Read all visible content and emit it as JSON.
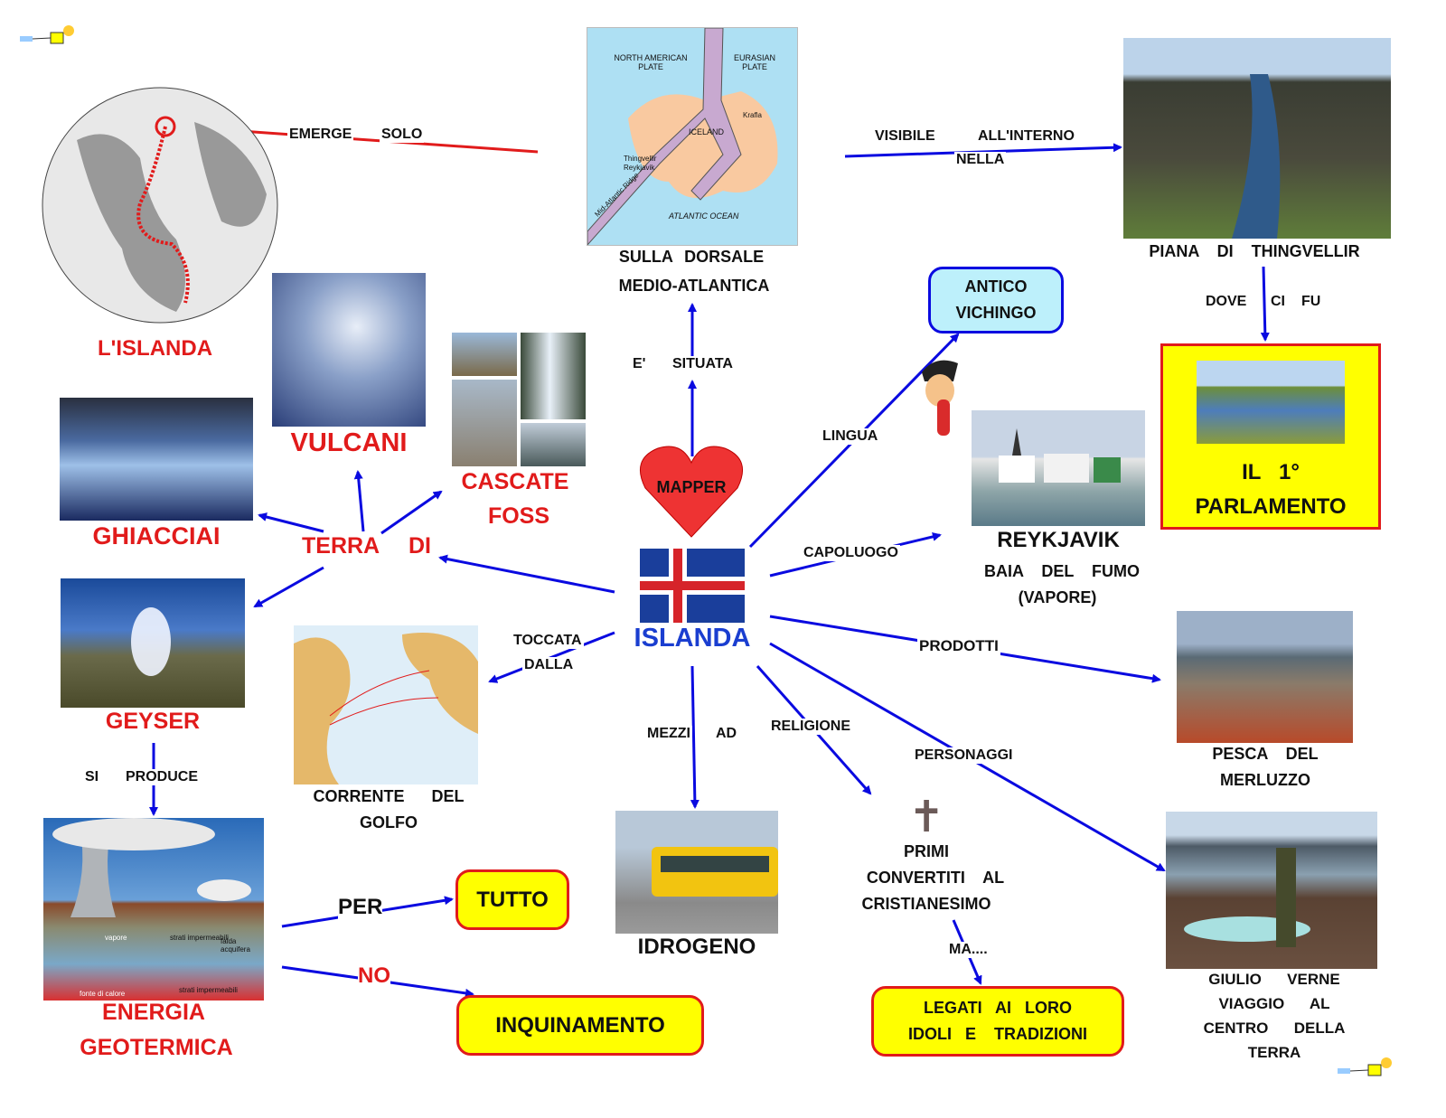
{
  "colors": {
    "link": "#0a0ae0",
    "red": "#e11b1b",
    "yellow": "#ffff00"
  },
  "center": {
    "title": "ISLANDA",
    "heart": "MAPPER"
  },
  "globe": {
    "title": "L'ISLANDA",
    "link": [
      "EMERGE",
      "SOLO"
    ]
  },
  "map_image": {
    "north": "NORTH AMERICAN PLATE",
    "eurasian": "EURASIAN PLATE",
    "iceland": "ICELAND",
    "krafla": "Krafla",
    "thingvellir": "Thingvellir",
    "reykjavik": "Reykjavik",
    "ridge": "Mid-Atlantic Ridge",
    "ocean": "ATLANTIC OCEAN"
  },
  "dorsale": {
    "line1": "SULLA      DORSALE",
    "line2": "MEDIO-ATLANTICA",
    "link": [
      "E'",
      "SITUATA"
    ]
  },
  "thingvellir": {
    "title": "PIANA    DI    THINGVELLIR",
    "link_visible": [
      "VISIBILE",
      "NELLA",
      "ALL'INTERNO"
    ],
    "link_dove": [
      "DOVE",
      "CI",
      "FU"
    ]
  },
  "parlamento": {
    "line1": "IL   1°",
    "line2": "PARLAMENTO"
  },
  "vichingo": {
    "line1": "ANTICO",
    "line2": "VICHINGO",
    "link": "LINGUA"
  },
  "reykjavik": {
    "title": "REYKJAVIK",
    "line1": "BAIA    DEL    FUMO",
    "line2": "(VAPORE)",
    "link": "CAPOLUOGO"
  },
  "pesca": {
    "line1": "PESCA    DEL",
    "line2": "MERLUZZO",
    "link": "PRODOTTI"
  },
  "verne": {
    "lines": [
      "GIULIO      VERNE",
      "VIAGGIO      AL",
      "CENTRO      DELLA",
      "TERRA"
    ],
    "link": "PERSONAGGI"
  },
  "religione": {
    "link": "RELIGIONE",
    "lines": [
      "PRIMI",
      "CONVERTITI    AL",
      "CRISTIANESIMO"
    ],
    "link_ma": "MA....",
    "box": [
      "LEGATI   AI   LORO",
      "IDOLI   E    TRADIZIONI"
    ]
  },
  "idrogeno": {
    "title": "IDROGENO",
    "link": [
      "MEZZI",
      "AD"
    ]
  },
  "corrente": {
    "line1": "CORRENTE      DEL",
    "line2": "GOLFO",
    "link": [
      "TOCCATA",
      "DALLA"
    ]
  },
  "terra": {
    "label": [
      "TERRA",
      "DI"
    ],
    "vulcani": "VULCANI",
    "cascate": [
      "CASCATE",
      "FOSS"
    ],
    "ghiacciai": "GHIACCIAI",
    "geyser": "GEYSER"
  },
  "energia": {
    "line1": "ENERGIA",
    "line2": "GEOTERMICA",
    "link_produce": [
      "SI",
      "PRODUCE"
    ],
    "link_per": "PER",
    "link_no": "NO",
    "tutto": "TUTTO",
    "inquinamento": "INQUINAMENTO",
    "img_labels": [
      "vapore",
      "strati impermeabili",
      "falda acquifera",
      "strati impermeabili",
      "fonte di calore"
    ]
  }
}
